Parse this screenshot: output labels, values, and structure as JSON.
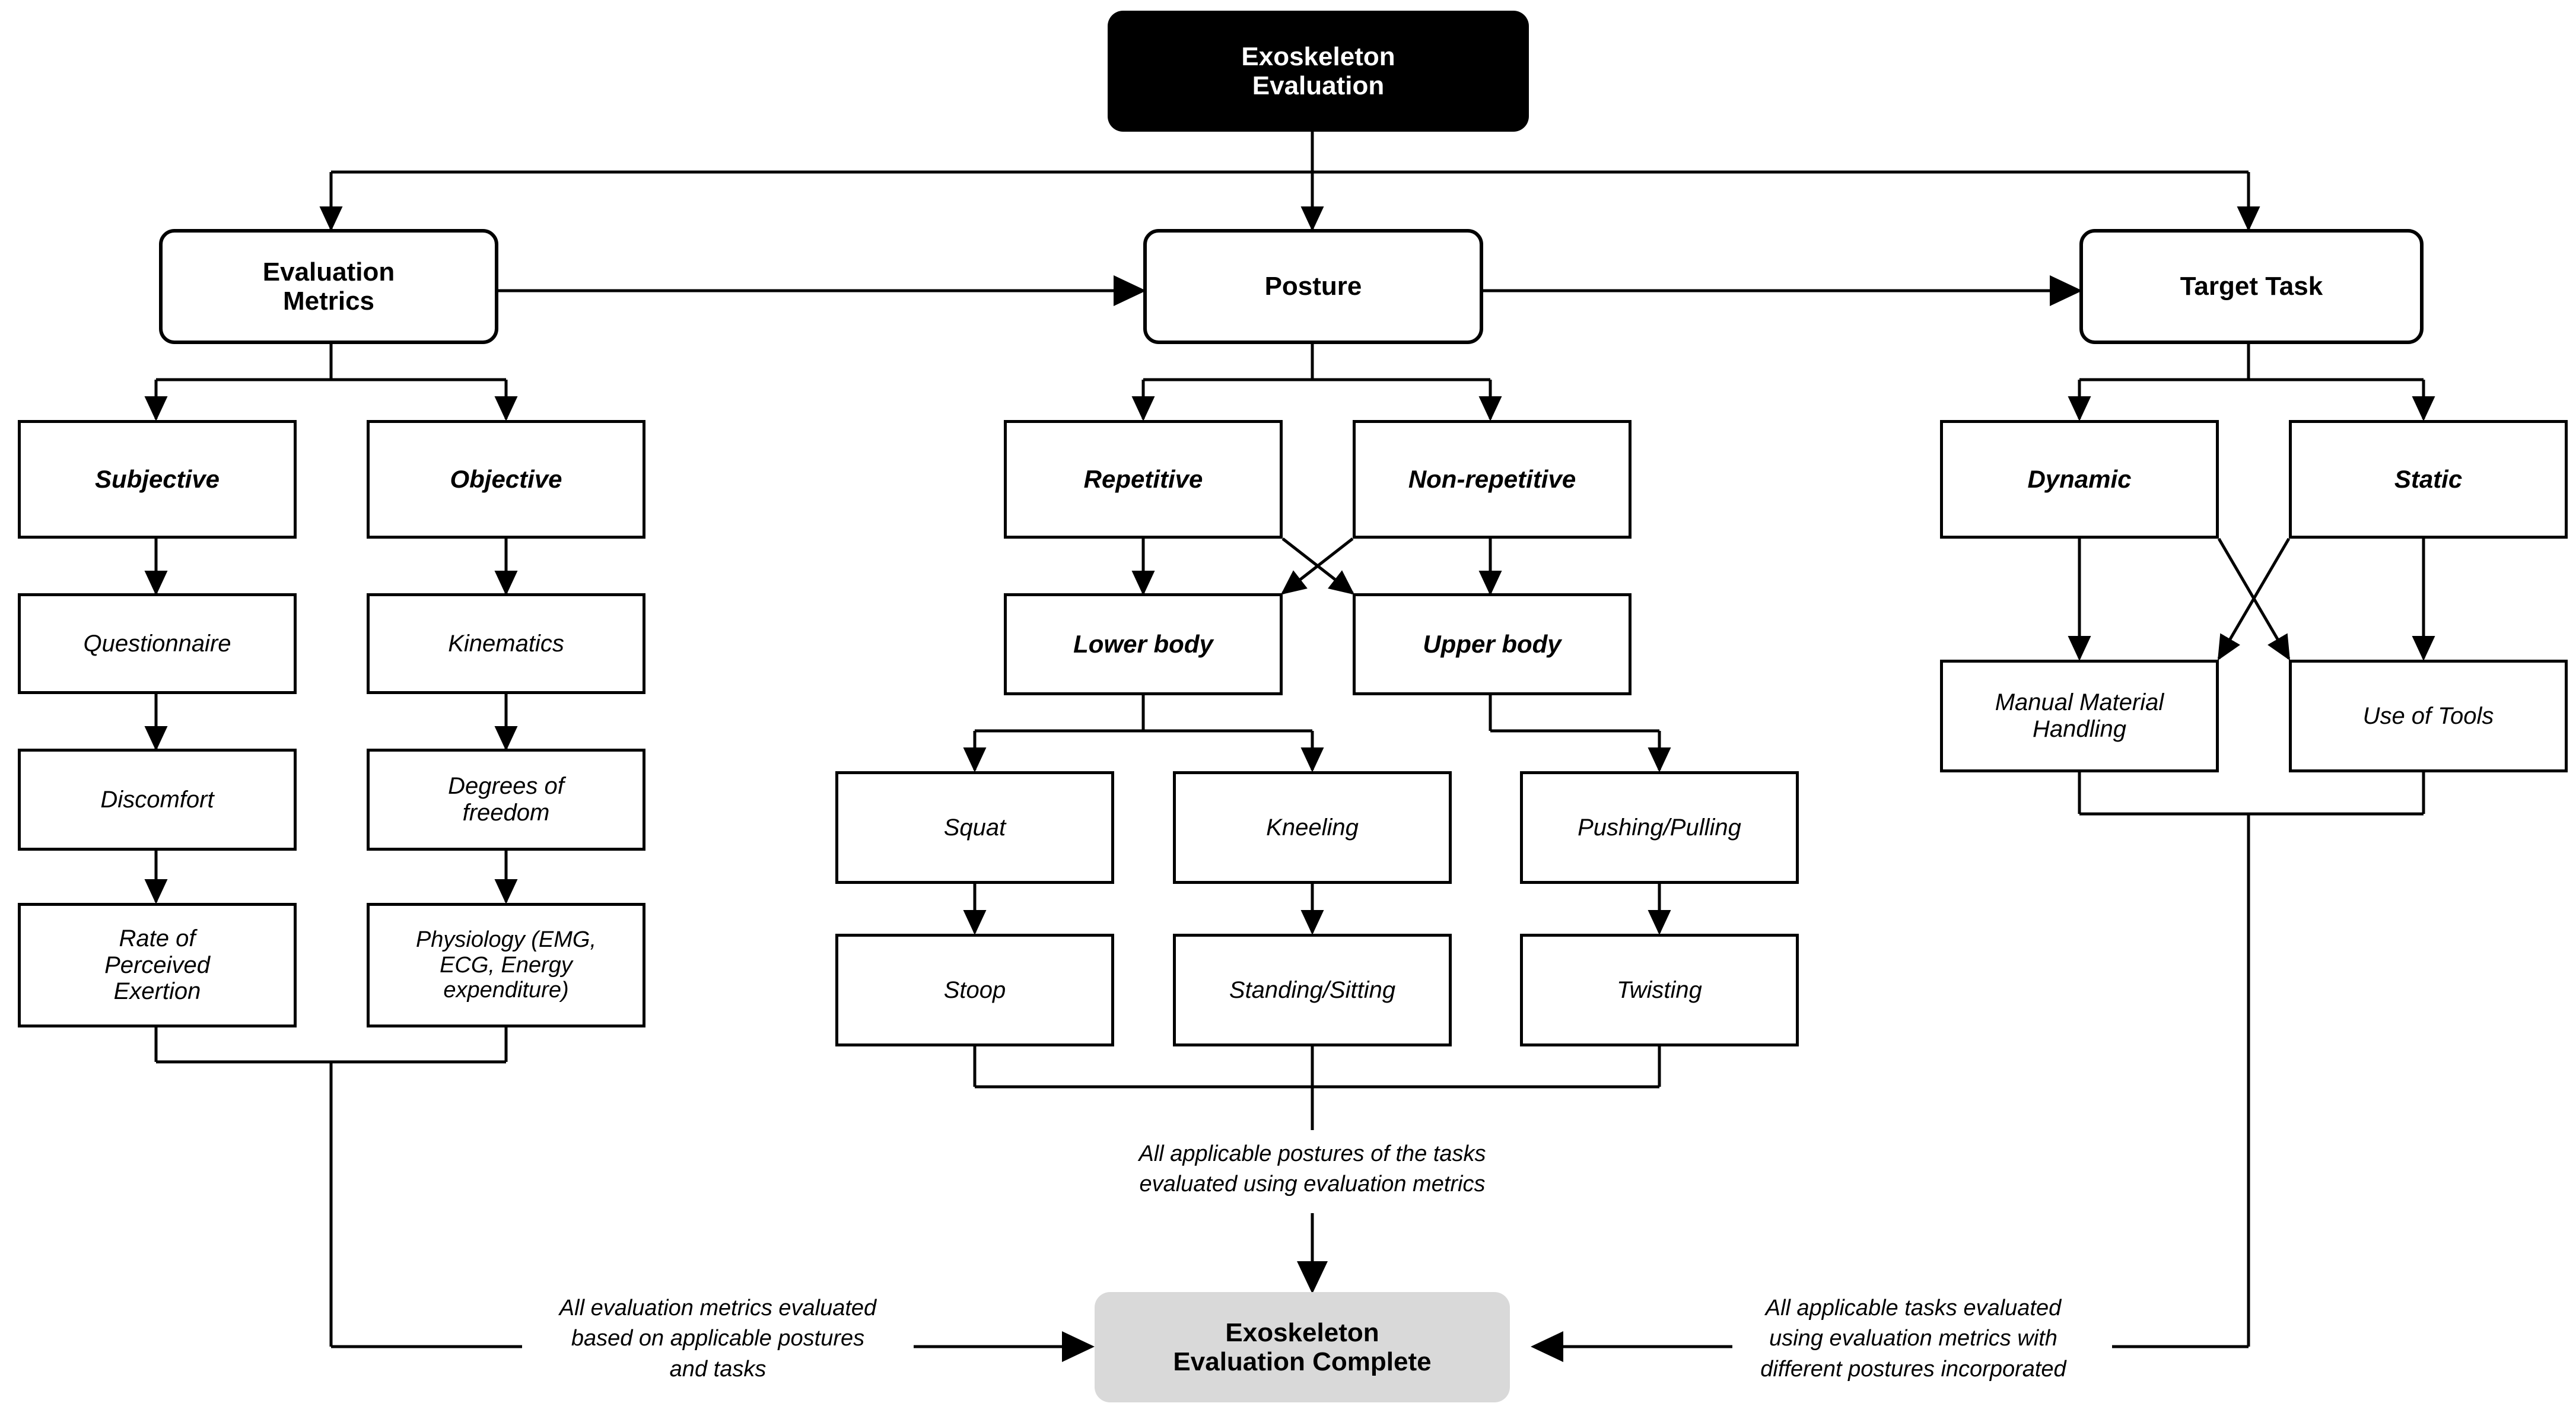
{
  "diagram": {
    "title_node": {
      "label": "Exoskeleton\nEvaluation"
    },
    "level1": [
      {
        "id": "evaluation-metrics",
        "label": "Evaluation\nMetrics"
      },
      {
        "id": "posture",
        "label": "Posture"
      },
      {
        "id": "target-task",
        "label": "Target Task"
      }
    ],
    "evaluation_metrics_branch": {
      "subjective": {
        "head": "Subjective",
        "chain": [
          "Questionnaire",
          "Discomfort",
          "Rate of\nPerceived\nExertion"
        ]
      },
      "objective": {
        "head": "Objective",
        "chain": [
          "Kinematics",
          "Degrees of\nfreedom",
          "Physiology (EMG,\nECG, Energy\nexpenditure)"
        ]
      }
    },
    "posture_branch": {
      "types": [
        "Repetitive",
        "Non-repetitive"
      ],
      "bodies": [
        "Lower body",
        "Upper body"
      ],
      "postures_row1": [
        "Squat",
        "Kneeling",
        "Pushing/Pulling"
      ],
      "postures_row2": [
        "Stoop",
        "Standing/Sitting",
        "Twisting"
      ]
    },
    "target_task_branch": {
      "types": [
        "Dynamic",
        "Static"
      ],
      "tasks": [
        "Manual Material\nHandling",
        "Use of Tools"
      ]
    },
    "annotations": {
      "center": "All applicable postures of the tasks\nevaluated using evaluation metrics",
      "left": "All evaluation metrics evaluated\nbased on applicable postures\nand tasks",
      "right": "All applicable tasks evaluated\nusing evaluation metrics with\ndifferent postures incorporated"
    },
    "final_node": {
      "label": "Exoskeleton\nEvaluation Complete"
    },
    "colors": {
      "stroke": "#000000",
      "background": "#ffffff",
      "terminal_fill": "#000000",
      "terminal_text": "#ffffff",
      "complete_fill": "#d9d9d9"
    }
  }
}
